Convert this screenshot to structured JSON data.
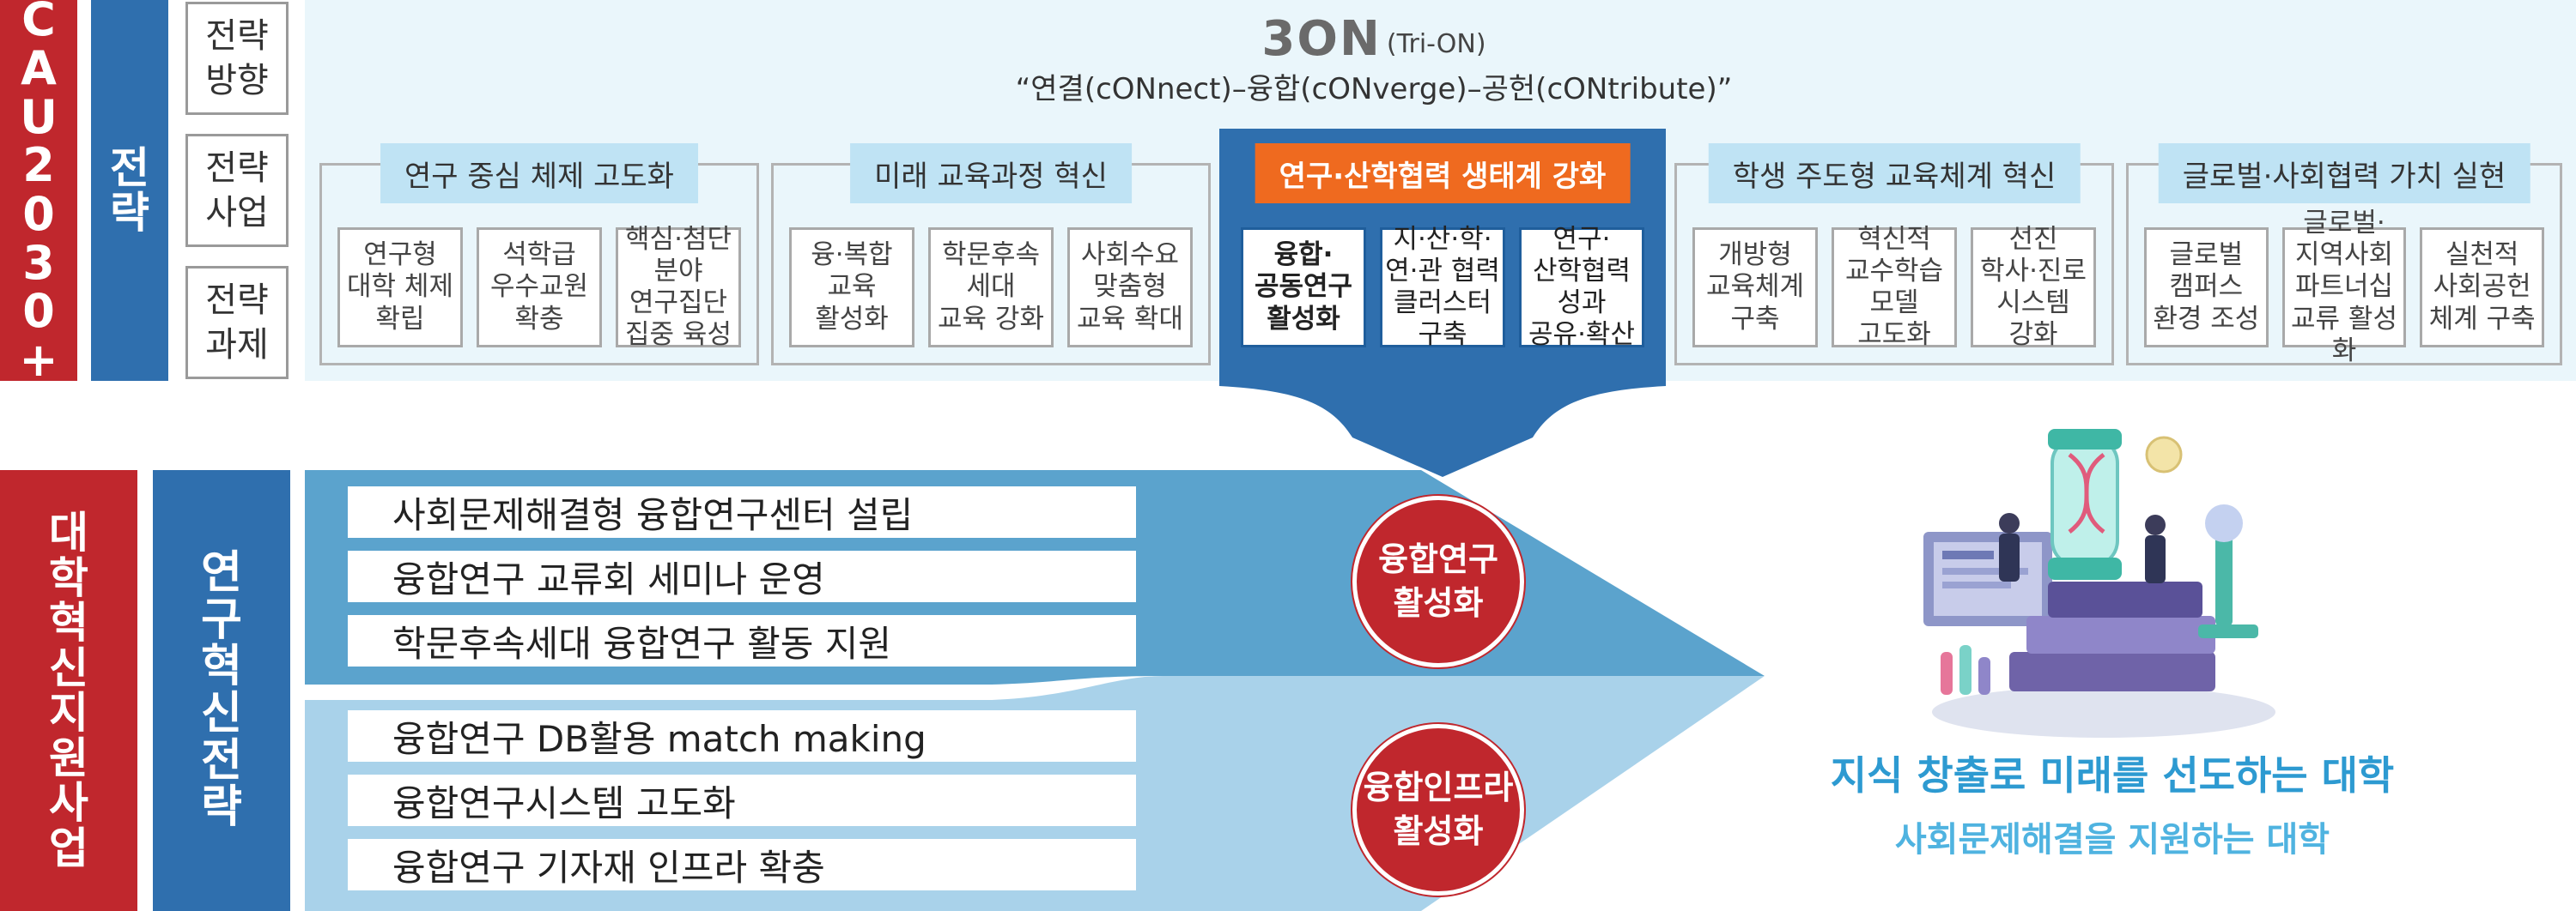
{
  "colors": {
    "red": "#c0272d",
    "blue": "#2f6fae",
    "light_blue_bg": "#eaf6fb",
    "orange": "#ef6a1f",
    "dark_blue": "#1f5e9c",
    "teal_text": "#2d9ad1"
  },
  "top": {
    "brand_chars": [
      "C",
      "A",
      "U",
      "2",
      "0",
      "3",
      "0",
      "+"
    ],
    "strategy_chars": [
      "전",
      "략"
    ],
    "labels": [
      {
        "line1": "전략",
        "line2": "방향"
      },
      {
        "line1": "전략",
        "line2": "사업"
      },
      {
        "line1": "전략",
        "line2": "과제"
      }
    ],
    "logo": "3ON",
    "logo_sub": "(Tri-ON)",
    "motto": "“연결(cONnect)–융합(cONverge)–공헌(cONtribute)”",
    "groups": [
      {
        "title": "연구 중심 체제 고도화",
        "highlight": false,
        "cells": [
          {
            "lines": [
              "연구형",
              "대학 체제",
              "확립"
            ]
          },
          {
            "lines": [
              "석학급",
              "우수교원",
              "확충"
            ]
          },
          {
            "lines": [
              "핵심·첨단",
              "분야",
              "연구집단",
              "집중 육성"
            ]
          }
        ]
      },
      {
        "title": "미래 교육과정 혁신",
        "highlight": false,
        "cells": [
          {
            "lines": [
              "융·복합",
              "교육",
              "활성화"
            ]
          },
          {
            "lines": [
              "학문후속",
              "세대",
              "교육 강화"
            ]
          },
          {
            "lines": [
              "사회수요",
              "맞춤형",
              "교육 확대"
            ]
          }
        ]
      },
      {
        "title": "연구·산학협력 생태계 강화",
        "highlight": true,
        "cells": [
          {
            "lines": [
              "융합·",
              "공동연구",
              "활성화"
            ],
            "bold": true
          },
          {
            "lines": [
              "지·산·학·",
              "연·관 협력",
              "클러스터",
              "구축"
            ]
          },
          {
            "lines": [
              "연구·",
              "산학협력",
              "성과",
              "공유·확산"
            ]
          }
        ]
      },
      {
        "title": "학생 주도형 교육체계 혁신",
        "highlight": false,
        "cells": [
          {
            "lines": [
              "개방형",
              "교육체계",
              "구축"
            ]
          },
          {
            "lines": [
              "혁신적",
              "교수학습",
              "모델",
              "고도화"
            ]
          },
          {
            "lines": [
              "선진",
              "학사·진로",
              "시스템",
              "강화"
            ]
          }
        ]
      },
      {
        "title": "글로벌·사회협력 가치 실현",
        "highlight": false,
        "cells": [
          {
            "lines": [
              "글로벌",
              "캠퍼스",
              "환경 조성"
            ]
          },
          {
            "lines": [
              "글로벌·",
              "지역사회",
              "파트너십",
              "교류 활성화"
            ]
          },
          {
            "lines": [
              "실천적",
              "사회공헌",
              "체계 구축"
            ]
          }
        ]
      }
    ]
  },
  "bottom": {
    "project_chars": [
      "대",
      "학",
      "혁",
      "신",
      "지",
      "원",
      "사",
      "업"
    ],
    "strategy_chars": [
      "연",
      "구",
      "혁",
      "신",
      "전",
      "략"
    ],
    "arrow1": {
      "items": [
        "사회문제해결형 융합연구센터 설립",
        "융합연구 교류회 세미나 운영",
        "학문후속세대 융합연구 활동 지원"
      ],
      "circle": [
        "융합연구",
        "활성화"
      ]
    },
    "arrow2": {
      "items": [
        "융합연구 DB활용 match making",
        "융합연구시스템 고도화",
        "융합연구 기자재 인프라 확충"
      ],
      "circle": [
        "융합인프라",
        "활성화"
      ]
    },
    "goal_main": "지식 창출로 미래를 선도하는 대학",
    "goal_sub": "사회문제해결을 지원하는 대학",
    "illustration": "research-lab-illustration"
  }
}
